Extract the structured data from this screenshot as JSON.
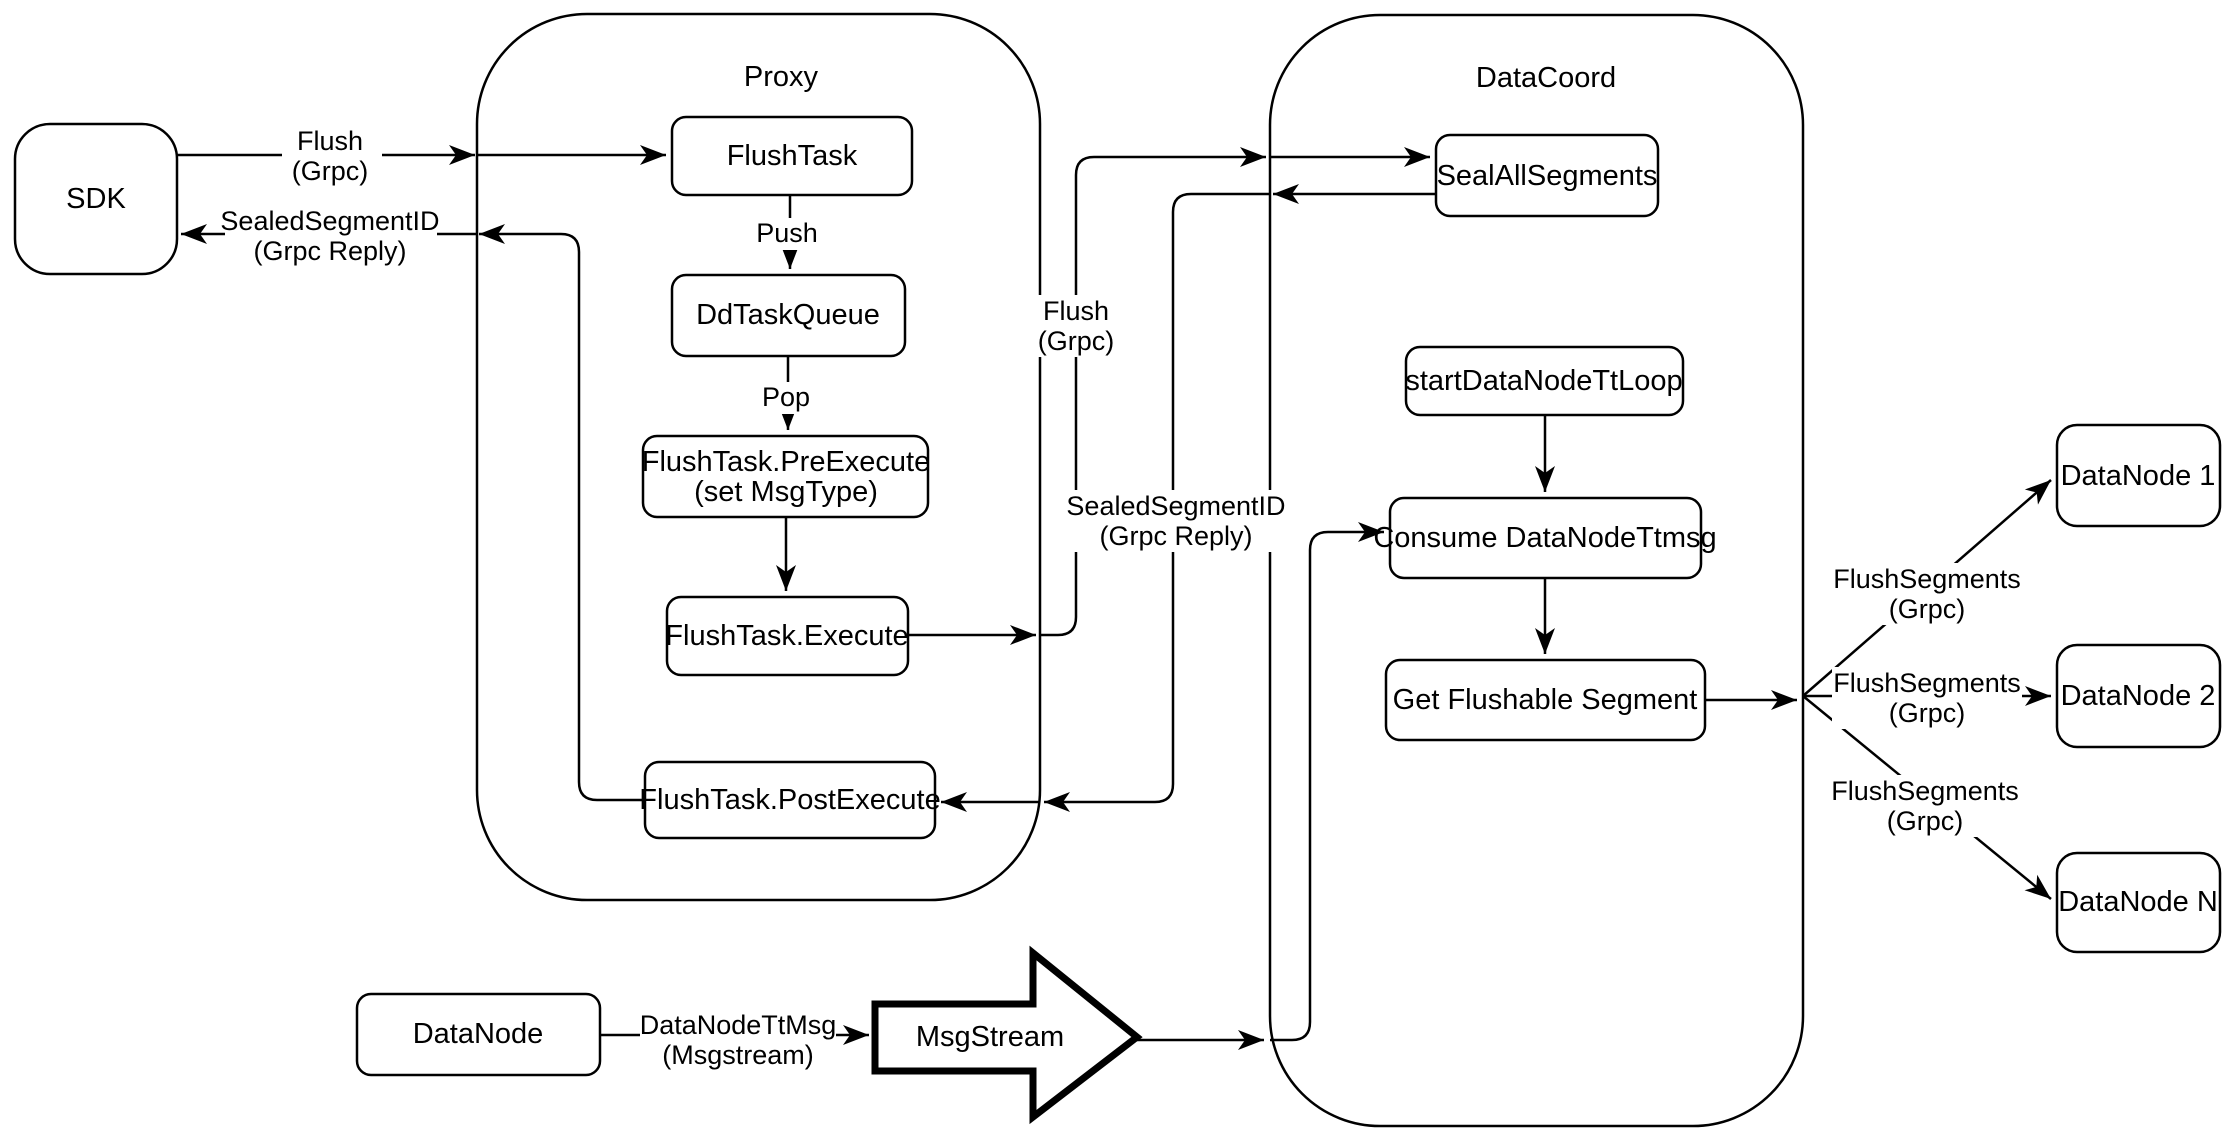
{
  "diagram": {
    "colors": {
      "stroke": "#000000",
      "background": "#ffffff"
    },
    "containers": {
      "proxy": {
        "title": "Proxy"
      },
      "datacoord": {
        "title": "DataCoord"
      }
    },
    "nodes": {
      "sdk": {
        "label": "SDK"
      },
      "flush_task": {
        "label": "FlushTask"
      },
      "dd_task_queue": {
        "label": "DdTaskQueue"
      },
      "pre_execute": {
        "label": "FlushTask.PreExecute",
        "label2": "(set MsgType)"
      },
      "execute": {
        "label": "FlushTask.Execute"
      },
      "post_execute": {
        "label": "FlushTask.PostExecute"
      },
      "seal_all_segments": {
        "label": "SealAllSegments"
      },
      "start_tt_loop": {
        "label": "startDataNodeTtLoop"
      },
      "consume_ttmsg": {
        "label": "Consume DataNodeTtmsg"
      },
      "get_flushable": {
        "label": "Get Flushable Segment"
      },
      "datanode_1": {
        "label": "DataNode 1"
      },
      "datanode_2": {
        "label": "DataNode 2"
      },
      "datanode_n": {
        "label": "DataNode N"
      },
      "datanode": {
        "label": "DataNode"
      },
      "msgstream": {
        "label": "MsgStream"
      }
    },
    "edge_labels": {
      "flush_sdk": {
        "line1": "Flush",
        "line2": "(Grpc)"
      },
      "sealed_sdk": {
        "line1": "SealedSegmentID",
        "line2": "(Grpc Reply)"
      },
      "push": {
        "label": "Push"
      },
      "pop": {
        "label": "Pop"
      },
      "flush_mid": {
        "line1": "Flush",
        "line2": "(Grpc)"
      },
      "sealed_mid": {
        "line1": "SealedSegmentID",
        "line2": "(Grpc Reply)"
      },
      "flush_segments_1": {
        "line1": "FlushSegments",
        "line2": "(Grpc)"
      },
      "flush_segments_2": {
        "line1": "FlushSegments",
        "line2": "(Grpc)"
      },
      "flush_segments_3": {
        "line1": "FlushSegments",
        "line2": "(Grpc)"
      },
      "datanode_ttmsg": {
        "line1": "DataNodeTtMsg",
        "line2": "(Msgstream)"
      }
    }
  }
}
